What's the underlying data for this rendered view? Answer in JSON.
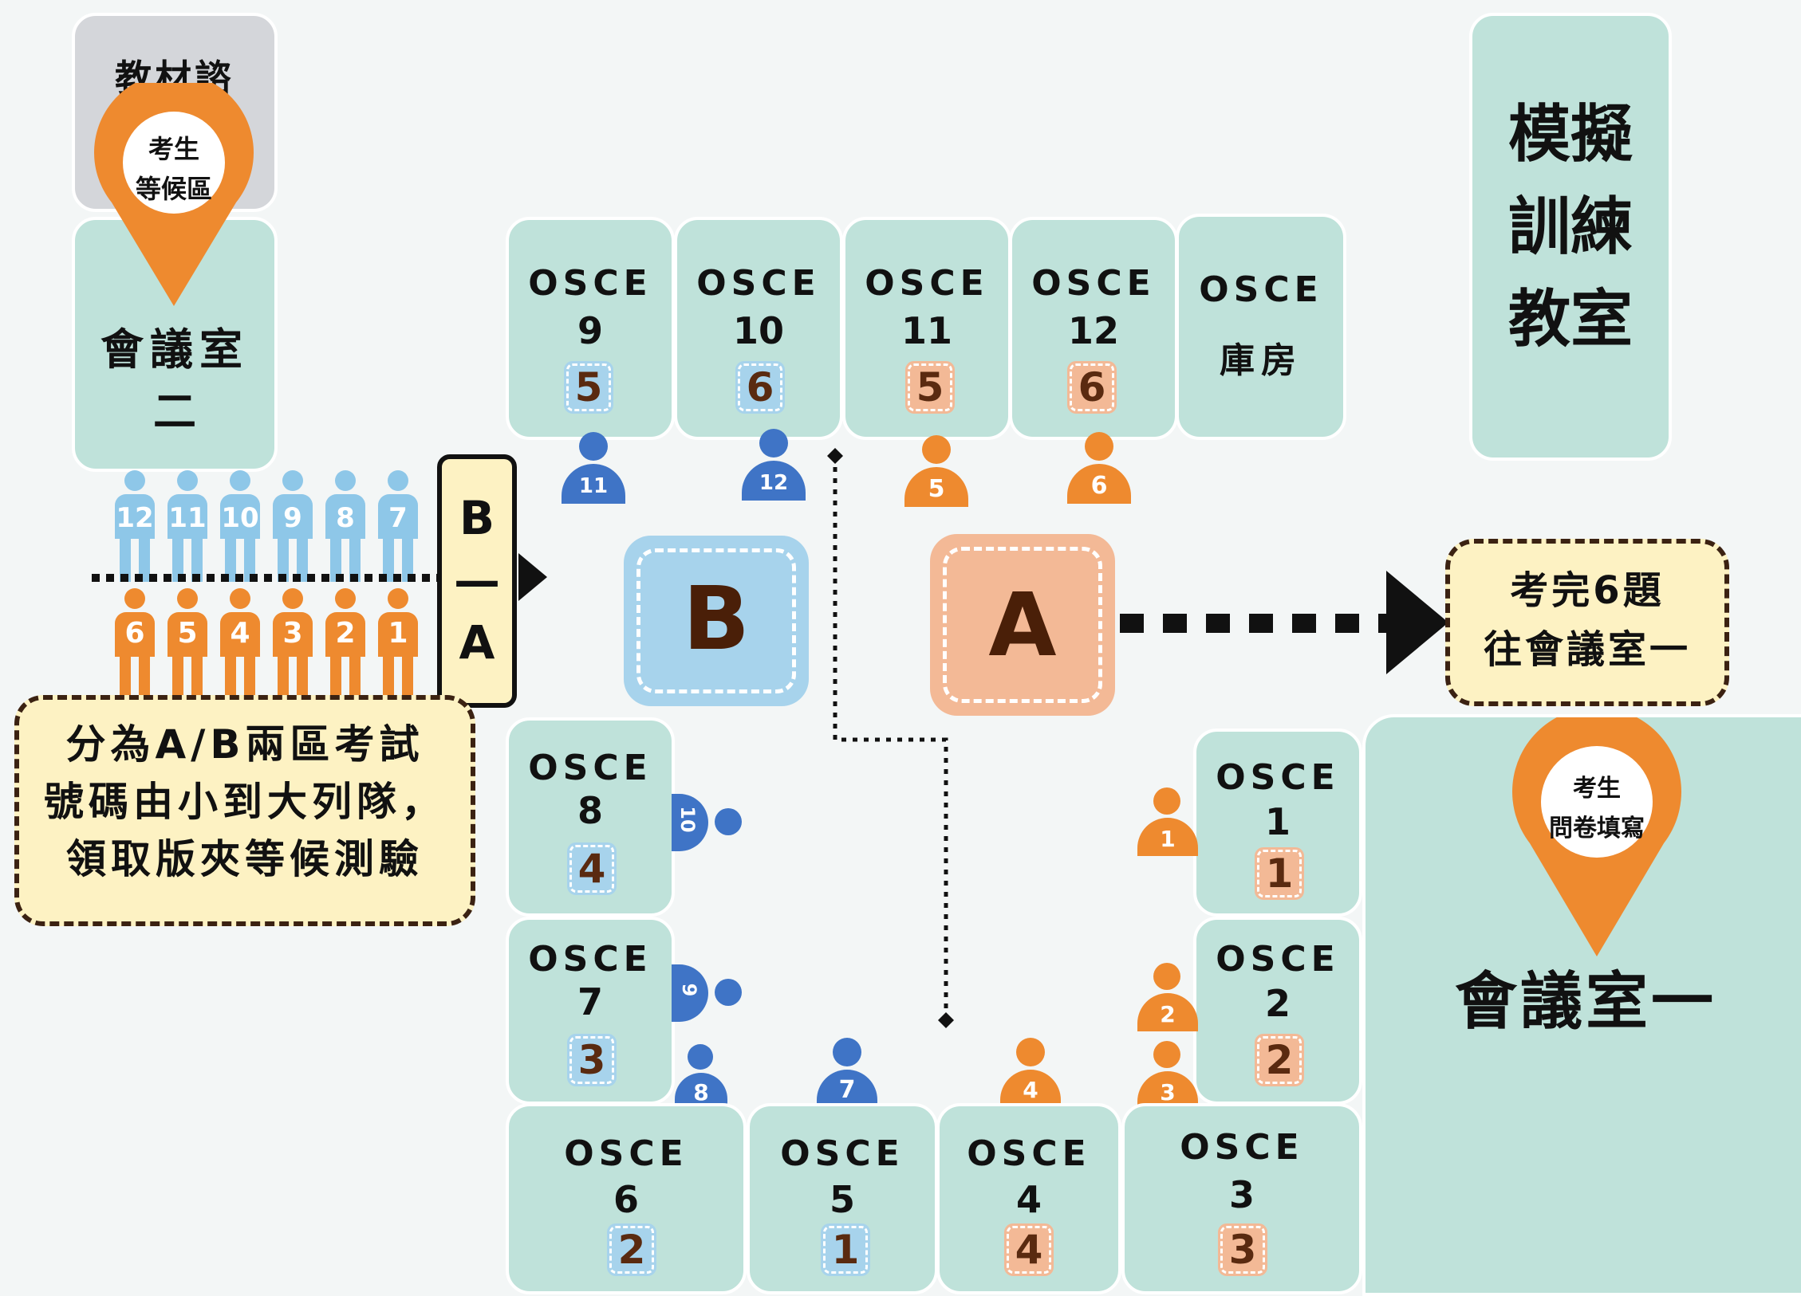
{
  "rooms": {
    "material_room": "教材諮",
    "meeting_room_2_line1": "會議室",
    "meeting_room_2_line2": "二",
    "sim_room_line1": "模擬",
    "sim_room_line2": "訓練",
    "sim_room_line3": "教室",
    "meeting_room_1": "會議室一"
  },
  "pins": {
    "waiting_line1": "考生",
    "waiting_line2": "等候區",
    "survey_line1": "考生",
    "survey_line2": "問卷填寫"
  },
  "osce_label": "OSCE",
  "storage_label": "庫房",
  "stations": [
    {
      "id": "9",
      "num": "9",
      "badge": "5",
      "zone": "B"
    },
    {
      "id": "10",
      "num": "10",
      "badge": "6",
      "zone": "B"
    },
    {
      "id": "11",
      "num": "11",
      "badge": "5",
      "zone": "A"
    },
    {
      "id": "12",
      "num": "12",
      "badge": "6",
      "zone": "A"
    },
    {
      "id": "8",
      "num": "8",
      "badge": "4",
      "zone": "B"
    },
    {
      "id": "7",
      "num": "7",
      "badge": "3",
      "zone": "B"
    },
    {
      "id": "1",
      "num": "1",
      "badge": "1",
      "zone": "A"
    },
    {
      "id": "2",
      "num": "2",
      "badge": "2",
      "zone": "A"
    },
    {
      "id": "6",
      "num": "6",
      "badge": "2",
      "zone": "B"
    },
    {
      "id": "5",
      "num": "5",
      "badge": "1",
      "zone": "B"
    },
    {
      "id": "4",
      "num": "4",
      "badge": "4",
      "zone": "A"
    },
    {
      "id": "3",
      "num": "3",
      "badge": "3",
      "zone": "A"
    }
  ],
  "zones": {
    "b": "B",
    "a": "A"
  },
  "sign": {
    "top": "B",
    "mid": "—",
    "bottom": "A"
  },
  "queue_blue": [
    "12",
    "11",
    "10",
    "9",
    "8",
    "7"
  ],
  "queue_orange": [
    "6",
    "5",
    "4",
    "3",
    "2",
    "1"
  ],
  "people": {
    "p11": "11",
    "p12": "12",
    "p5": "5",
    "p6": "6",
    "p10": "10",
    "p9": "9",
    "p8": "8",
    "p7": "7",
    "p4": "4",
    "p1": "1",
    "p2": "2",
    "p3": "3"
  },
  "callouts": {
    "left_line1": "分為A/B兩區考試",
    "left_line2": "號碼由小到大列隊，",
    "left_line3": "領取版夾等候測驗",
    "right_line1": "考完6題",
    "right_line2": "往會議室一"
  },
  "colors": {
    "room": "#bfe2da",
    "zone_a": "#f3b996",
    "zone_b": "#a7d3ec",
    "person_blue": "#3f74c6",
    "person_orange": "#ee8a2f",
    "callout_bg": "#fdf2c3"
  }
}
